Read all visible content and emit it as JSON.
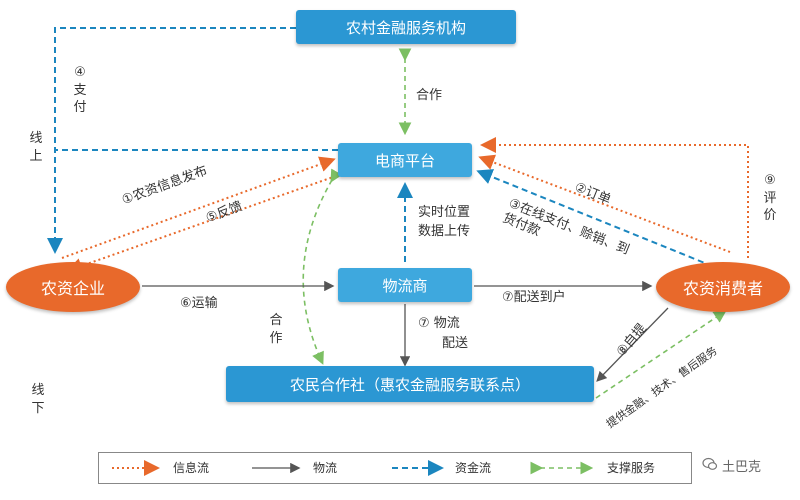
{
  "nodes": {
    "rural_finance": "农村金融服务机构",
    "ecommerce": "电商平台",
    "logistics": "物流商",
    "enterprise": "农资企业",
    "consumer": "农资消费者",
    "cooperative": "农民合作社（惠农金融服务联系点）"
  },
  "labels": {
    "pay": "④支付",
    "online": "线上",
    "offline": "线下",
    "cooperate_top": "合作",
    "cooperate_left": "合作",
    "publish": "①农资信息发布",
    "feedback": "⑤反馈",
    "order": "②订单",
    "pay_online": "③在线支付、赊销、到货付款",
    "realtime": "实时位置",
    "upload": "数据上传",
    "evaluate": "⑨评价",
    "transport": "⑥运输",
    "deliver": "⑦配送到户",
    "logistics_deliver_1": "⑦ 物流",
    "logistics_deliver_2": "配送",
    "pickup": "⑧自提",
    "support": "提供金融、技术、售后服务"
  },
  "legend": {
    "info": "信息流",
    "logistics": "物流",
    "capital": "资金流",
    "support": "支撑服务"
  },
  "watermark": "土巴克",
  "colors": {
    "box": "#2b97d3",
    "ellipse": "#e8692b",
    "info_flow": "#e8692b",
    "capital_flow": "#1b86bf",
    "support_flow": "#7cbf63",
    "logistics_flow": "#555555"
  }
}
